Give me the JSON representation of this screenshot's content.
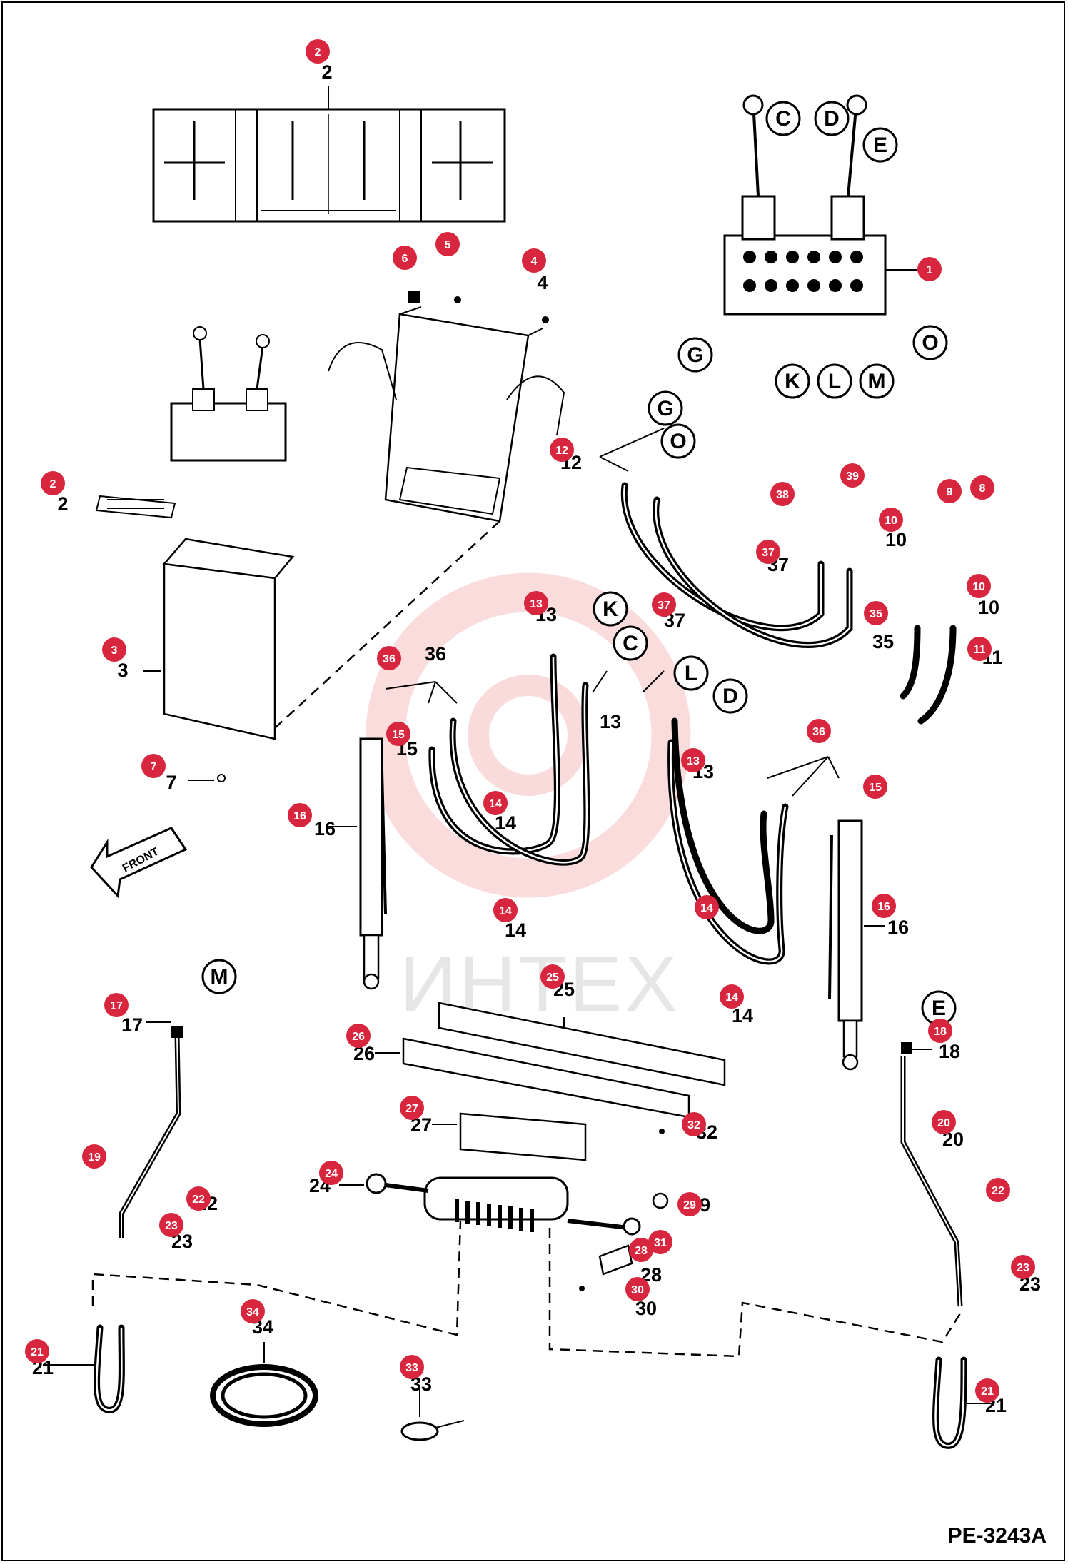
{
  "drawing_code": "PE-3243",
  "drawing_revision": "A",
  "watermark_text": "ИНТЕХ",
  "front_label": "FRONT",
  "callout_color": "#d7263d",
  "callouts": [
    {
      "id": "2",
      "label": "2"
    },
    {
      "id": "1",
      "label": "1"
    },
    {
      "id": "6",
      "label": "6"
    },
    {
      "id": "5",
      "label": "5"
    },
    {
      "id": "4",
      "label": "4"
    },
    {
      "id": "2b",
      "label": "2"
    },
    {
      "id": "3",
      "label": "3"
    },
    {
      "id": "7",
      "label": "7"
    },
    {
      "id": "12",
      "label": "12"
    },
    {
      "id": "38",
      "label": "38"
    },
    {
      "id": "39",
      "label": "39"
    },
    {
      "id": "9",
      "label": "9"
    },
    {
      "id": "8",
      "label": "8"
    },
    {
      "id": "10a",
      "label": "10"
    },
    {
      "id": "10b",
      "label": "10"
    },
    {
      "id": "37a",
      "label": "37"
    },
    {
      "id": "37b",
      "label": "37"
    },
    {
      "id": "35",
      "label": "35"
    },
    {
      "id": "11",
      "label": "11"
    },
    {
      "id": "13a",
      "label": "13"
    },
    {
      "id": "13b",
      "label": "13"
    },
    {
      "id": "36a",
      "label": "36"
    },
    {
      "id": "15a",
      "label": "15"
    },
    {
      "id": "36b",
      "label": "36"
    },
    {
      "id": "15b",
      "label": "15"
    },
    {
      "id": "16a",
      "label": "16"
    },
    {
      "id": "16b",
      "label": "16"
    },
    {
      "id": "14a",
      "label": "14"
    },
    {
      "id": "14b",
      "label": "14"
    },
    {
      "id": "14c",
      "label": "14"
    },
    {
      "id": "14d",
      "label": "14"
    },
    {
      "id": "17",
      "label": "17"
    },
    {
      "id": "18",
      "label": "18"
    },
    {
      "id": "25",
      "label": "25"
    },
    {
      "id": "26",
      "label": "26"
    },
    {
      "id": "27",
      "label": "27"
    },
    {
      "id": "32",
      "label": "32"
    },
    {
      "id": "19",
      "label": "19"
    },
    {
      "id": "20",
      "label": "20"
    },
    {
      "id": "22a",
      "label": "22"
    },
    {
      "id": "22b",
      "label": "22"
    },
    {
      "id": "23a",
      "label": "23"
    },
    {
      "id": "23b",
      "label": "23"
    },
    {
      "id": "24",
      "label": "24"
    },
    {
      "id": "29",
      "label": "29"
    },
    {
      "id": "28",
      "label": "28"
    },
    {
      "id": "31",
      "label": "31"
    },
    {
      "id": "30",
      "label": "30"
    },
    {
      "id": "34",
      "label": "34"
    },
    {
      "id": "33",
      "label": "33"
    },
    {
      "id": "21a",
      "label": "21"
    },
    {
      "id": "21b",
      "label": "21"
    }
  ],
  "part_numbers": [
    {
      "id": "p2",
      "label": "2"
    },
    {
      "id": "p4",
      "label": "4"
    },
    {
      "id": "p2b",
      "label": "2"
    },
    {
      "id": "p3",
      "label": "3"
    },
    {
      "id": "p7",
      "label": "7"
    },
    {
      "id": "p12",
      "label": "12"
    },
    {
      "id": "p10a",
      "label": "10"
    },
    {
      "id": "p10b",
      "label": "10"
    },
    {
      "id": "p37a",
      "label": "37"
    },
    {
      "id": "p37b",
      "label": "37"
    },
    {
      "id": "p35",
      "label": "35"
    },
    {
      "id": "p11",
      "label": "11"
    },
    {
      "id": "p13a",
      "label": "13"
    },
    {
      "id": "p13b",
      "label": "13"
    },
    {
      "id": "p13c",
      "label": "13"
    },
    {
      "id": "p36",
      "label": "36"
    },
    {
      "id": "p15a",
      "label": "15"
    },
    {
      "id": "p16a",
      "label": "16"
    },
    {
      "id": "p16b",
      "label": "16"
    },
    {
      "id": "p14a",
      "label": "14"
    },
    {
      "id": "p14b",
      "label": "14"
    },
    {
      "id": "p14c",
      "label": "14"
    },
    {
      "id": "p17",
      "label": "17"
    },
    {
      "id": "p18",
      "label": "18"
    },
    {
      "id": "p25",
      "label": "25"
    },
    {
      "id": "p26",
      "label": "26"
    },
    {
      "id": "p27",
      "label": "27"
    },
    {
      "id": "p32",
      "label": "32"
    },
    {
      "id": "p20",
      "label": "20"
    },
    {
      "id": "p22",
      "label": "22"
    },
    {
      "id": "p23a",
      "label": "23"
    },
    {
      "id": "p23b",
      "label": "23"
    },
    {
      "id": "p24",
      "label": "24"
    },
    {
      "id": "p29",
      "label": "29"
    },
    {
      "id": "p28",
      "label": "28"
    },
    {
      "id": "p30",
      "label": "30"
    },
    {
      "id": "p34",
      "label": "34"
    },
    {
      "id": "p33",
      "label": "33"
    },
    {
      "id": "p21a",
      "label": "21"
    },
    {
      "id": "p21b",
      "label": "21"
    }
  ],
  "letter_circles": [
    {
      "id": "C",
      "label": "C"
    },
    {
      "id": "D",
      "label": "D"
    },
    {
      "id": "E",
      "label": "E"
    },
    {
      "id": "G",
      "label": "G"
    },
    {
      "id": "K",
      "label": "K"
    },
    {
      "id": "L",
      "label": "L"
    },
    {
      "id": "M",
      "label": "M"
    },
    {
      "id": "O",
      "label": "O"
    },
    {
      "id": "G2",
      "label": "G"
    },
    {
      "id": "O2",
      "label": "O"
    },
    {
      "id": "K2",
      "label": "K"
    },
    {
      "id": "C2",
      "label": "C"
    },
    {
      "id": "L2",
      "label": "L"
    },
    {
      "id": "D2",
      "label": "D"
    },
    {
      "id": "M2",
      "label": "M"
    },
    {
      "id": "E2",
      "label": "E"
    }
  ]
}
